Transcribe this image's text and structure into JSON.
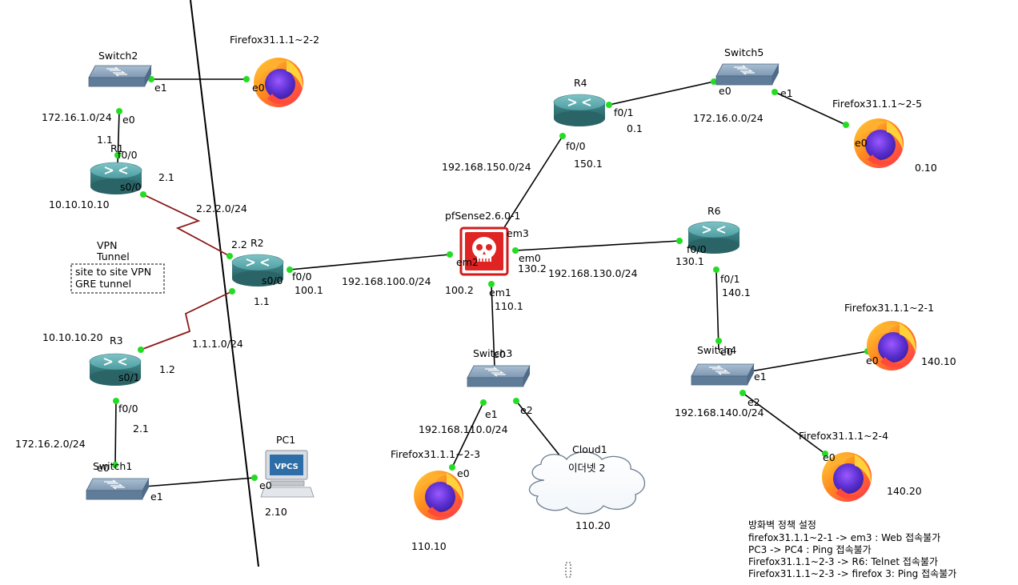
{
  "devices": {
    "switch2": "Switch2",
    "ff_2_2": "Firefox31.1.1~2-2",
    "r1": "R1",
    "r2": "R2",
    "r3": "R3",
    "r4": "R4",
    "r6": "R6",
    "switch5": "Switch5",
    "ff_2_5": "Firefox31.1.1~2-5",
    "pfsense": "pfSense2.6.0-1",
    "switch3": "Switch3",
    "switch4": "Switch4",
    "switch1": "Switch1",
    "pc1": "PC1",
    "pc1_screen": "VPCS",
    "cloud1": "Cloud1",
    "cloud_text": "이더넷 2",
    "ff_2_1": "Firefox31.1.1~2-1",
    "ff_2_3": "Firefox31.1.1~2-3",
    "ff_2_4": "Firefox31.1.1~2-4"
  },
  "ports": {
    "sw2_e1": "e1",
    "ff22_e0": "e0",
    "sw2_e0": "e0",
    "r1_f00": "f0/0",
    "r1_s00": "s0/0",
    "r2_s00": "s0/0",
    "r2_f00": "f0/0",
    "r3_s01": "s0/1",
    "r3_f00": "f0/0",
    "sw1_e0": "e0",
    "sw1_e1": "e1",
    "pc1_e0": "e0",
    "r4_f00": "f0/0",
    "r4_f01": "f0/1",
    "sw5_e0": "e0",
    "sw5_e1": "e1",
    "ff25_e0": "e0",
    "pf_em3": "em3",
    "pf_em2": "em2",
    "pf_em0": "em0",
    "pf_em1": "em1",
    "r6_f00": "f0/0",
    "r6_f01": "f0/1",
    "sw3_e0": "e0",
    "sw3_e1": "e1",
    "sw3_e2": "e2",
    "ff23_e0": "e0",
    "sw4_e0": "e0",
    "sw4_e1": "e1",
    "sw4_e2": "e2",
    "ff21_e0": "e0",
    "ff24_e0": "e0"
  },
  "addresses": {
    "net_172_16_1": "172.16.1.0/24",
    "a_1_1_top": "1.1",
    "a_10_10_10_10": "10.10.10.10",
    "a_2_1_r1": "2.1",
    "net_2_2_2": "2.2.2.0/24",
    "a_2_2": "2.2",
    "a_1_1_r2": "1.1",
    "a_100_1": "100.1",
    "net_192_168_100": "192.168.100.0/24",
    "a_100_2": "100.2",
    "a_10_10_10_20": "10.10.10.20",
    "net_1_1_1": "1.1.1.0/24",
    "a_1_2": "1.2",
    "net_172_16_2": "172.16.2.0/24",
    "a_2_1_r3": "2.1",
    "a_2_10": "2.10",
    "net_192_168_150": "192.168.150.0/24",
    "a_150_1": "150.1",
    "a_0_1": "0.1",
    "net_172_16_0": "172.16.0.0/24",
    "a_0_10": "0.10",
    "a_130_2": "130.2",
    "net_192_168_130": "192.168.130.0/24",
    "a_130_1": "130.1",
    "a_140_1": "140.1",
    "a_110_1": "110.1",
    "net_192_168_110": "192.168.110.0/24",
    "a_110_10": "110.10",
    "a_110_20": "110.20",
    "a_140_10": "140.10",
    "net_192_168_140": "192.168.140.0/24",
    "a_140_20": "140.20"
  },
  "vpn": {
    "title_line1": "VPN",
    "title_line2": "Tunnel",
    "box_line1": "site to site VPN",
    "box_line2": "GRE tunnel"
  },
  "notes": {
    "title": "방화벽 정책 설정",
    "lines": [
      "firefox31.1.1~2-1 -> em3 : Web 접속불가",
      "PC3 -> PC4 : Ping 접속불가",
      "Firefox31.1.1~2-3 -> R6: Telnet 접속불가",
      "Firefox31.1.1~2-3 -> firefox 3: Ping 접속불가"
    ]
  },
  "colors": {
    "link": "#000000",
    "serial_link": "#8b1a1a",
    "port_dot": "#22dd22",
    "router_body": "#2e7d7d",
    "switch_body": "#6a88a6",
    "pfsense_red": "#e02424",
    "firefox_orange": "#ff7a1a"
  }
}
